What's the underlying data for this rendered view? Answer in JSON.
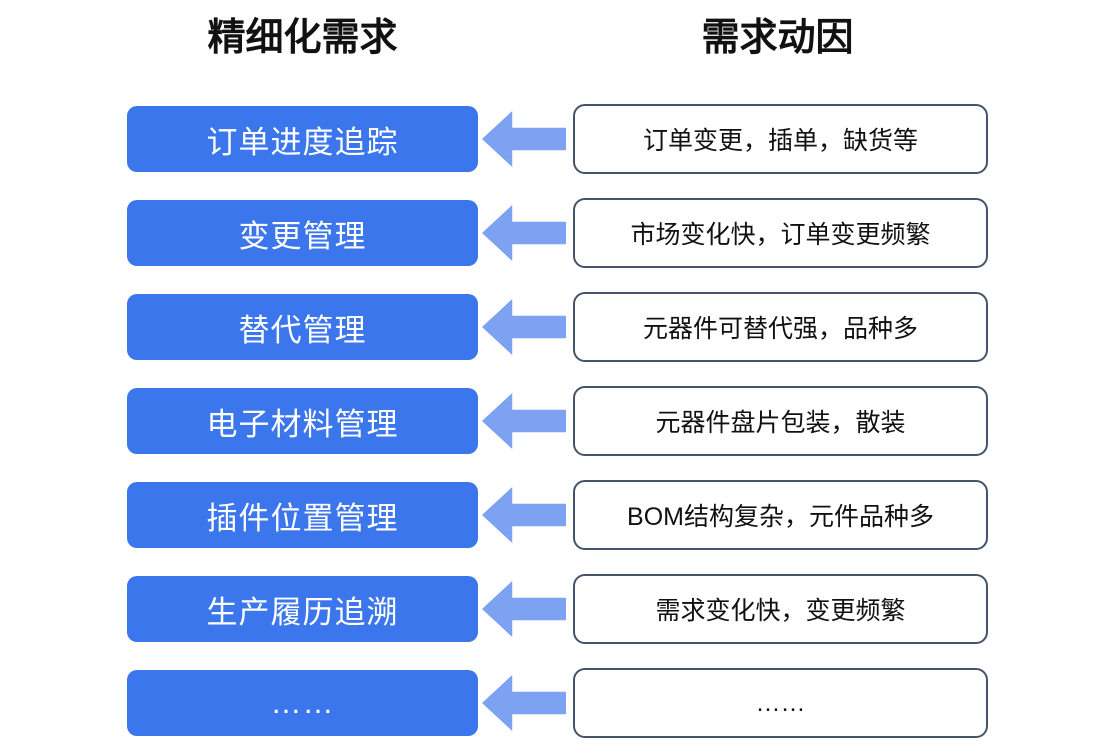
{
  "colors": {
    "requirement_fill": "#3B76EC",
    "arrow_fill": "#7DA2F1",
    "driver_border": "#44546A",
    "requirement_text": "#ffffff",
    "driver_text": "#111111",
    "background": "#ffffff"
  },
  "headers": {
    "left": "精细化需求",
    "right": "需求动因"
  },
  "rows": [
    {
      "requirement": "订单进度追踪",
      "driver": "订单变更，插单，缺货等"
    },
    {
      "requirement": "变更管理",
      "driver": "市场变化快，订单变更频繁"
    },
    {
      "requirement": "替代管理",
      "driver": "元器件可替代强，品种多"
    },
    {
      "requirement": "电子材料管理",
      "driver": "元器件盘片包装，散装"
    },
    {
      "requirement": "插件位置管理",
      "driver": "BOM结构复杂，元件品种多"
    },
    {
      "requirement": "生产履历追溯",
      "driver": "需求变化快，变更频繁"
    },
    {
      "requirement": "……",
      "driver": "……"
    }
  ],
  "icons": {
    "arrow": "left-block-arrow"
  }
}
